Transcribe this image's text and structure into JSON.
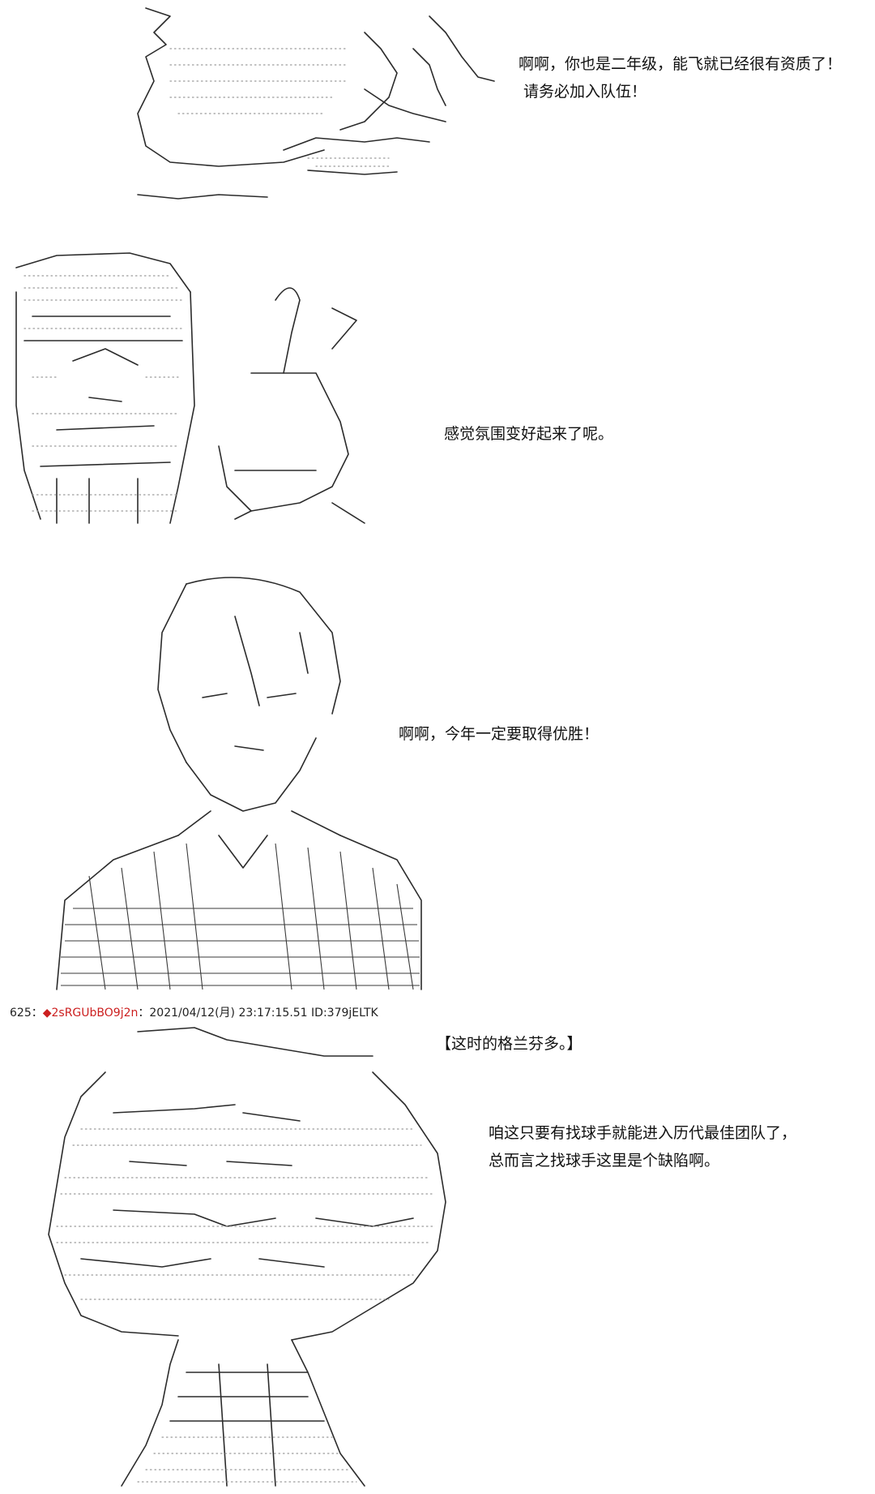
{
  "panels": [
    {
      "id": "panel-1",
      "lines": [
        "啊啊，你也是二年级，能飞就已经很有资质了！",
        "请务必加入队伍！"
      ]
    },
    {
      "id": "panel-2",
      "lines": [
        "感觉氛围变好起来了呢。"
      ]
    },
    {
      "id": "panel-3",
      "lines": [
        "啊啊，今年一定要取得优胜！"
      ]
    },
    {
      "id": "panel-4",
      "caption": "【这时的格兰芬多。】",
      "lines": [
        "咱这只要有找球手就能进入历代最佳团队了，",
        "总而言之找球手这里是个缺陷啊。"
      ]
    }
  ],
  "post": {
    "number": "625",
    "separator": "：",
    "trip": "◆2sRGUbBO9j2n",
    "after_trip": "：",
    "datetime": "2021/04/12(月) 23:17:15.51",
    "id": "ID:379jELTK"
  },
  "colors": {
    "text": "#111111",
    "trip": "#cc1f1f",
    "art_stroke": "#2b2b2b",
    "art_dots": "#9a9a9a"
  }
}
